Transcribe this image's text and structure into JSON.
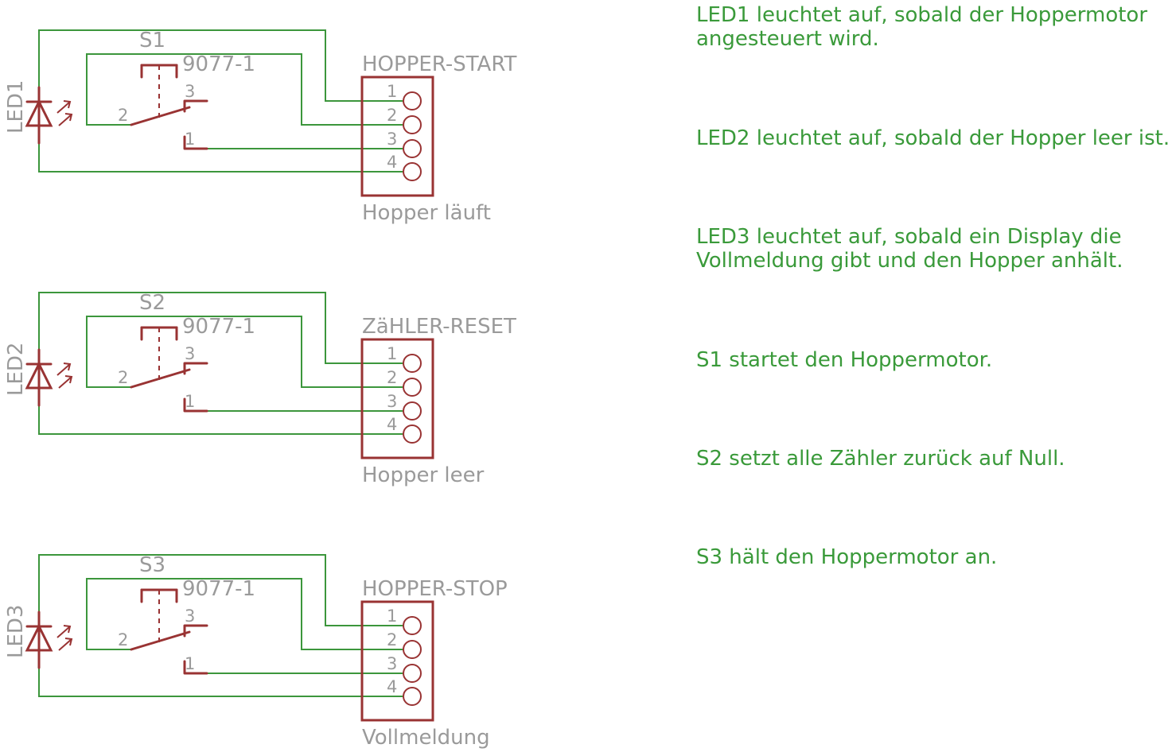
{
  "circuits": [
    {
      "led": "LED1",
      "switch": "S1",
      "switch_type": "9077-1",
      "connector": "HOPPER-START",
      "connector_value": "Hopper läuft",
      "switch_pins": [
        "2",
        "3",
        "1"
      ],
      "connector_pins": [
        "1",
        "2",
        "3",
        "4"
      ]
    },
    {
      "led": "LED2",
      "switch": "S2",
      "switch_type": "9077-1",
      "connector": "ZäHLER-RESET",
      "connector_value": "Hopper leer",
      "switch_pins": [
        "2",
        "3",
        "1"
      ],
      "connector_pins": [
        "1",
        "2",
        "3",
        "4"
      ]
    },
    {
      "led": "LED3",
      "switch": "S3",
      "switch_type": "9077-1",
      "connector": "HOPPER-STOP",
      "connector_value": "Vollmeldung",
      "switch_pins": [
        "2",
        "3",
        "1"
      ],
      "connector_pins": [
        "1",
        "2",
        "3",
        "4"
      ]
    }
  ],
  "notes": [
    [
      "LED1 leuchtet auf, sobald der Hoppermotor",
      "angesteuert wird."
    ],
    [
      "LED2 leuchtet auf, sobald der Hopper leer ist."
    ],
    [
      "LED3 leuchtet auf, sobald ein Display die",
      "Vollmeldung gibt und den Hopper anhält."
    ],
    [
      "S1 startet den Hoppermotor."
    ],
    [
      "S2 setzt alle Zähler zurück auf Null."
    ],
    [
      "S3 hält den Hoppermotor an."
    ]
  ],
  "colors": {
    "wire": "#3c963c",
    "symbol": "#993333",
    "label": "#9a9a9a",
    "note": "#3a9a3a"
  }
}
